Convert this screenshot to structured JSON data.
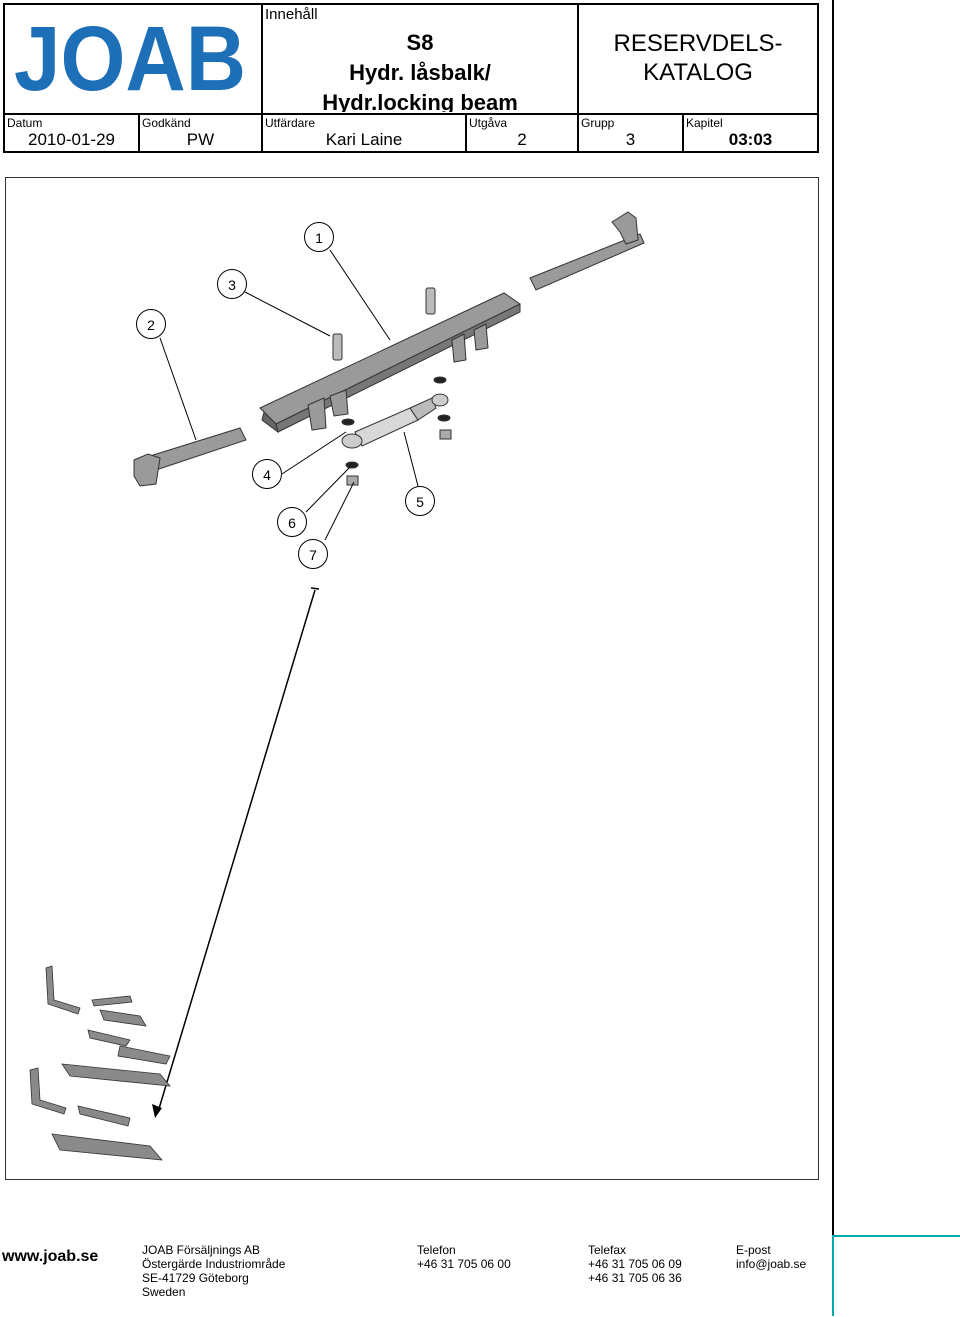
{
  "header": {
    "logo_text": "JOAB",
    "content_label": "Innehåll",
    "model": "S8",
    "title_sv": "Hydr. låsbalk/",
    "title_en": "Hydr.locking beam",
    "catalog_title_1": "RESERVDELS-",
    "catalog_title_2": "KATALOG",
    "fields": [
      {
        "label": "Datum",
        "value": "2010-01-29"
      },
      {
        "label": "Godkänd",
        "value": "PW"
      },
      {
        "label": "Utfärdare",
        "value": "Kari Laine"
      },
      {
        "label": "Utgåva",
        "value": "2"
      },
      {
        "label": "Grupp",
        "value": "3"
      },
      {
        "label": "Kapitel",
        "value": "03:03"
      }
    ]
  },
  "callouts": [
    "1",
    "3",
    "2",
    "4",
    "6",
    "5",
    "7"
  ],
  "footer": {
    "website": "www.joab.se",
    "company": "JOAB Försäljnings AB",
    "address_1": "Östergärde Industriområde",
    "address_2": "SE-41729 Göteborg",
    "country": "Sweden",
    "phone_label": "Telefon",
    "phone": "+46 31 705 06 00",
    "fax_label": "Telefax",
    "fax_1": "+46 31 705 06 09",
    "fax_2": "+46 31 705 06 36",
    "email_label": "E-post",
    "email": "info@joab.se"
  },
  "colors": {
    "logo_blue": "#1d6fb8",
    "part_grey": "#8a8a8a"
  }
}
